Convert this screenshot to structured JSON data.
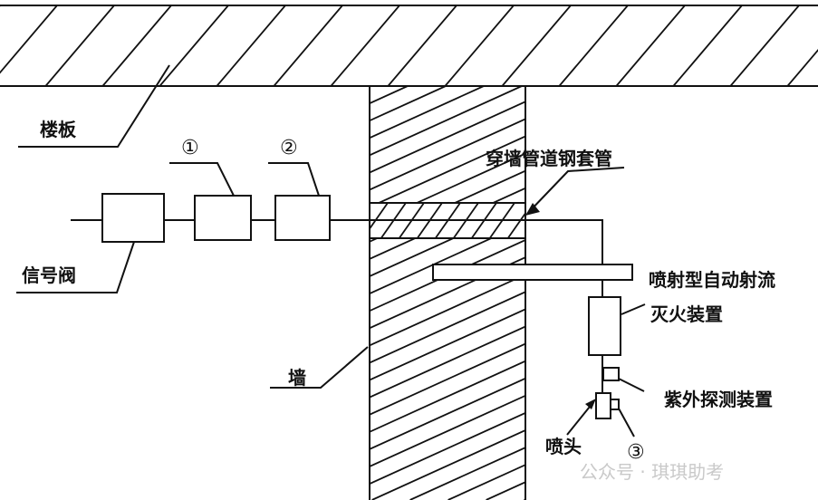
{
  "labels": {
    "floor": "楼板",
    "signal_valve": "信号阀",
    "wall": "墙",
    "sleeve": "穿墙管道钢套管",
    "device_line1": "喷射型自动射流",
    "device_line2": "灭火装置",
    "uv_detector": "紫外探测装置",
    "nozzle": "喷头",
    "marker_1": "①",
    "marker_2": "②",
    "marker_3": "③"
  },
  "watermark": "公众号 · 琪琪助考",
  "colors": {
    "line": "#111111",
    "background": "#ffffff",
    "watermark": "#c9c9c9"
  }
}
